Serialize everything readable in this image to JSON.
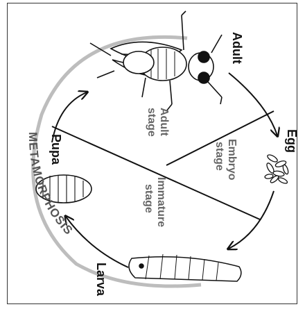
{
  "labels": {
    "adult": "Adult",
    "egg": "Egg",
    "larva": "Larva",
    "pupa": "Pupa"
  },
  "stages": {
    "adult_line1": "Adult",
    "adult_line2": "stage",
    "embryo_line1": "Embryo",
    "embryo_line2": "stage",
    "immature_line1": "Immature",
    "immature_line2": "stage"
  },
  "metamorphosis": "METAMORPHOSIS",
  "colors": {
    "ink": "#111111",
    "stage_text": "#666666",
    "meta_arc": "#bdbdbd"
  },
  "icons": [
    "fly-icon",
    "eggs-icon",
    "larva-icon",
    "pupa-icon"
  ]
}
